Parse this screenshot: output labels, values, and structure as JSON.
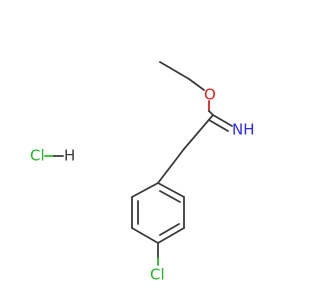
{
  "molecule": {
    "atoms": {
      "oxygen": "O",
      "imine": "NH",
      "chlorine_ring": "Cl",
      "hcl_cl": "Cl",
      "hcl_h": "H"
    },
    "colors": {
      "bond": "#3a3a3a",
      "oxygen": "#e0201b",
      "nitrogen": "#2a2aff",
      "chlorine": "#27b327",
      "background": "#ffffff"
    }
  }
}
